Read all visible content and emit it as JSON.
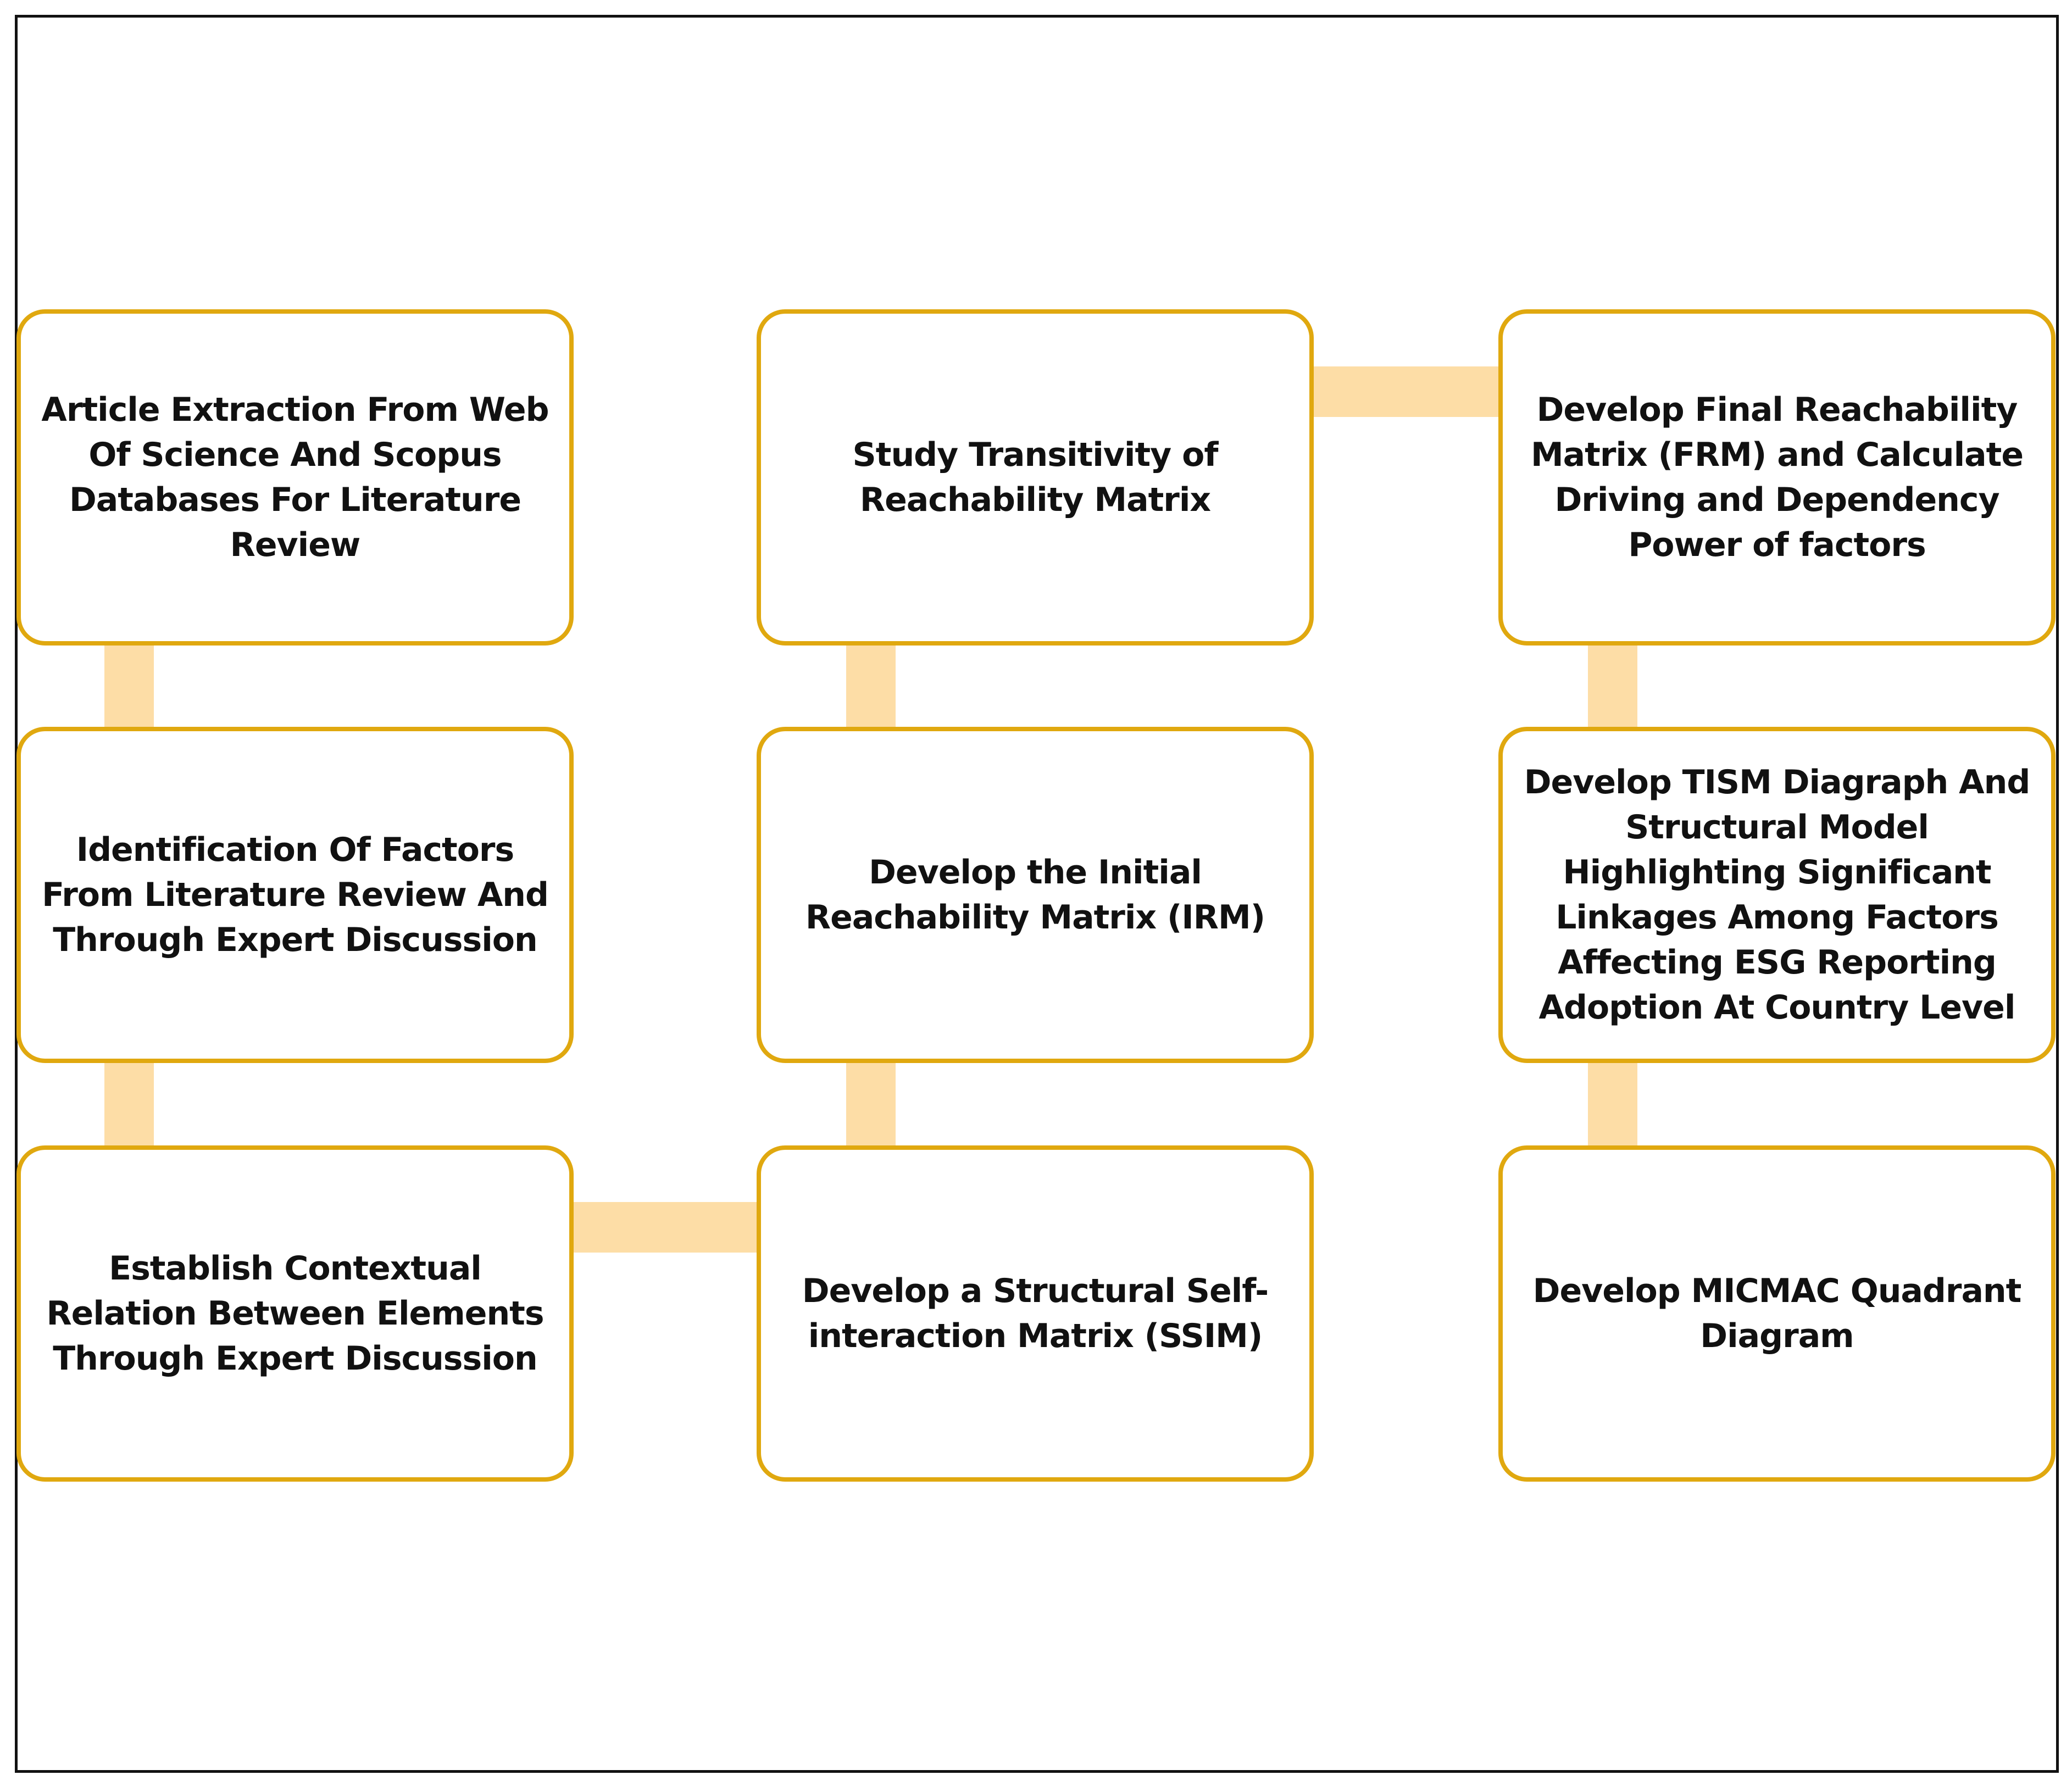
{
  "diagram": {
    "steps": [
      {
        "id": "step-1",
        "label": "Article Extraction From Web Of Science And Scopus Databases For Literature Review"
      },
      {
        "id": "step-2",
        "label": "Identification Of Factors From Literature Review And Through Expert Discussion"
      },
      {
        "id": "step-3",
        "label": "Establish Contextual Relation Between Elements Through Expert Discussion"
      },
      {
        "id": "step-4",
        "label": "Develop a Structural Self-interaction Matrix (SSIM)"
      },
      {
        "id": "step-5",
        "label": "Develop the Initial Reachability Matrix (IRM)"
      },
      {
        "id": "step-6",
        "label": "Study Transitivity of Reachability Matrix"
      },
      {
        "id": "step-7",
        "label": "Develop Final Reachability Matrix (FRM) and Calculate Driving and Dependency Power of factors"
      },
      {
        "id": "step-8",
        "label": "Develop TISM Diagraph And Structural Model Highlighting Significant Linkages Among Factors Affecting ESG Reporting Adoption At Country Level"
      },
      {
        "id": "step-9",
        "label": "Develop MICMAC Quadrant Diagram"
      }
    ],
    "colors": {
      "box_border": "#e0a80f",
      "connector": "#fddda6",
      "frame": "#111111",
      "text": "#111111"
    }
  }
}
